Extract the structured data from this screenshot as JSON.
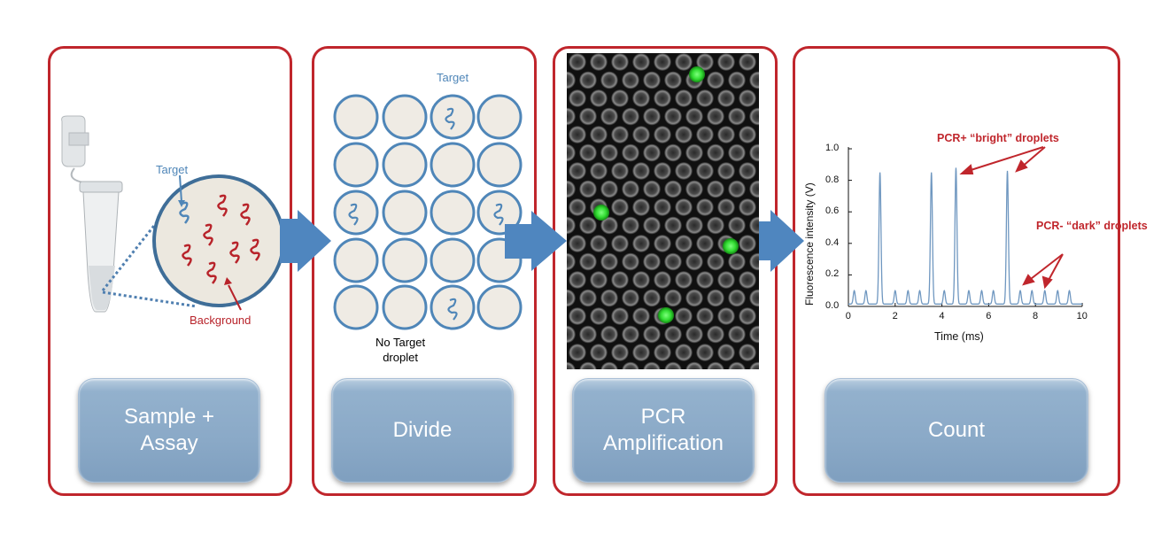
{
  "steps": [
    {
      "label": "Sample +\nAssay"
    },
    {
      "label": "Divide"
    },
    {
      "label": "PCR\nAmplification"
    },
    {
      "label": "Count"
    }
  ],
  "panel1": {
    "target_label": "Target",
    "background_label": "Background"
  },
  "panel2": {
    "target_label": "Target",
    "no_target_label": "No Target\ndroplet"
  },
  "panel4": {
    "bright_label": "PCR+ “bright” droplets",
    "dark_label": "PCR- “dark” droplets",
    "chart_data": {
      "type": "line",
      "xlabel": "Time (ms)",
      "ylabel": "Fluorescence intensity (V)",
      "xlim": [
        0,
        10
      ],
      "ylim": [
        0,
        1.0
      ],
      "x_ticks": [
        "0",
        "2",
        "4",
        "6",
        "8",
        "10"
      ],
      "y_ticks": [
        "0.0",
        "0.2",
        "0.4",
        "0.6",
        "0.8",
        "1.0"
      ],
      "peaks_x": [
        0.25,
        0.75,
        1.35,
        2.0,
        2.55,
        3.05,
        3.55,
        4.1,
        4.6,
        5.15,
        5.7,
        6.2,
        6.8,
        7.35,
        7.85,
        8.4,
        8.95,
        9.45
      ],
      "peaks_y": [
        0.1,
        0.1,
        0.85,
        0.1,
        0.1,
        0.1,
        0.85,
        0.1,
        0.88,
        0.1,
        0.1,
        0.1,
        0.86,
        0.1,
        0.1,
        0.1,
        0.1,
        0.1
      ]
    }
  },
  "colors": {
    "accent": "#c0262c",
    "arrow": "#4f86bf",
    "button": "#8aa9c7",
    "target": "#4f86b8",
    "background_dna": "#b8232a",
    "droplet_fill": "#efebe4",
    "positive_droplet": "#33dd33"
  }
}
